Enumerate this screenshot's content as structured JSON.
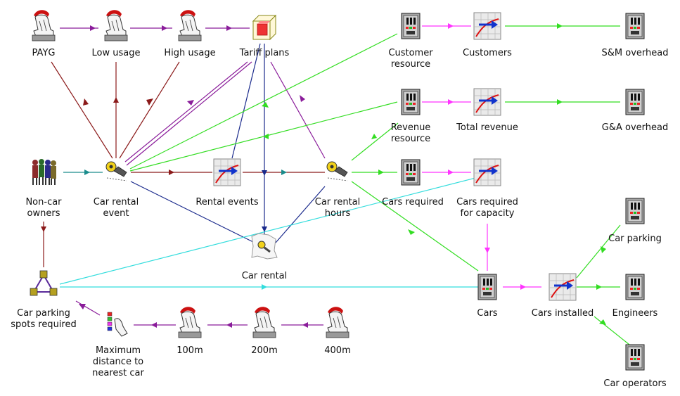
{
  "colors": {
    "purple": "#8a1c9a",
    "darkred": "#8b1a1a",
    "green": "#33dd22",
    "magenta": "#ff33ff",
    "teal": "#1a8c8c",
    "navy": "#1a2a8c",
    "cyan": "#33dddd",
    "background": "#ffffff"
  },
  "nodes": {
    "payg": "PAYG",
    "low_usage": "Low usage",
    "high_usage": "High usage",
    "tariff_plans": "Tariff plans",
    "customer_resource": "Customer\nresource",
    "customers": "Customers",
    "sm_overhead": "S&M overhead",
    "revenue_resource": "Revenue\nresource",
    "total_revenue": "Total revenue",
    "ga_overhead": "G&A overhead",
    "non_car_owners": "Non-car\nowners",
    "car_rental_event": "Car rental\nevent",
    "rental_events": "Rental events",
    "car_rental_hours": "Car rental\nhours",
    "cars_required": "Cars required",
    "cars_required_capacity": "Cars required\nfor capacity",
    "car_parking": "Car parking",
    "car_rental": "Car rental",
    "car_parking_spots": "Car parking\nspots required",
    "cars": "Cars",
    "cars_installed": "Cars installed",
    "engineers": "Engineers",
    "max_distance": "Maximum\ndistance to\nnearest car",
    "d100": "100m",
    "d200": "200m",
    "d400": "400m",
    "car_operators": "Car operators"
  }
}
